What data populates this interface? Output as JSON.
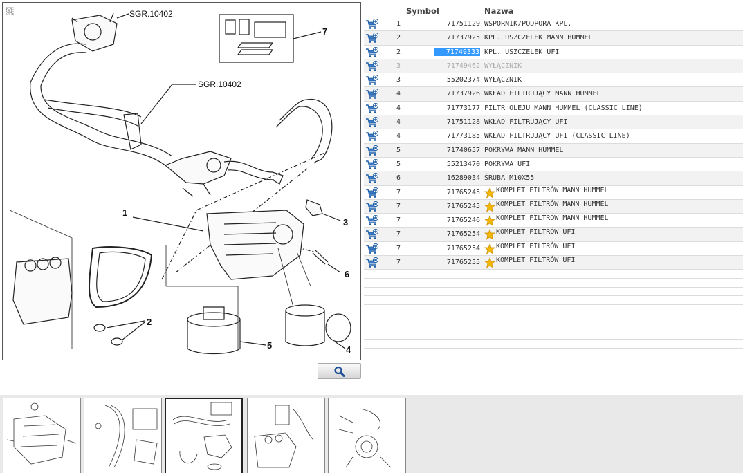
{
  "diagram": {
    "callouts": {
      "sgr_top": "SGR.10402",
      "sgr_mid": "SGR.10402",
      "n7": "7",
      "n1": "1",
      "n3": "3",
      "n6": "6",
      "n2": "2",
      "n5": "5",
      "n4": "4"
    }
  },
  "table": {
    "headers": {
      "symbol": "Symbol",
      "name": "Nazwa"
    },
    "rows": [
      {
        "pos": "1",
        "symbol": "71751129",
        "name": "WSPORNIK/PODPORA KPL.",
        "star": false,
        "struck": false,
        "selected": false
      },
      {
        "pos": "2",
        "symbol": "71737925",
        "name": "KPL. USZCZELEK MANN HUMMEL",
        "star": false,
        "struck": false,
        "selected": false
      },
      {
        "pos": "2",
        "symbol": "71749333",
        "name": "KPL. USZCZELEK UFI",
        "star": false,
        "struck": false,
        "selected": true
      },
      {
        "pos": "3",
        "symbol": "71749462",
        "name": "WYŁĄCZNIK",
        "star": false,
        "struck": true,
        "selected": false
      },
      {
        "pos": "3",
        "symbol": "55202374",
        "name": "WYŁĄCZNIK",
        "star": false,
        "struck": false,
        "selected": false
      },
      {
        "pos": "4",
        "symbol": "71737926",
        "name": "WKŁAD FILTRUJĄCY MANN HUMMEL",
        "star": false,
        "struck": false,
        "selected": false
      },
      {
        "pos": "4",
        "symbol": "71773177",
        "name": "FILTR OLEJU MANN HUMMEL (CLASSIC LINE)",
        "star": false,
        "struck": false,
        "selected": false
      },
      {
        "pos": "4",
        "symbol": "71751128",
        "name": "WKŁAD FILTRUJĄCY UFI",
        "star": false,
        "struck": false,
        "selected": false
      },
      {
        "pos": "4",
        "symbol": "71773185",
        "name": "WKŁAD FILTRUJĄCY UFI (CLASSIC LINE)",
        "star": false,
        "struck": false,
        "selected": false
      },
      {
        "pos": "5",
        "symbol": "71740657",
        "name": "POKRYWA MANN HUMMEL",
        "star": false,
        "struck": false,
        "selected": false
      },
      {
        "pos": "5",
        "symbol": "55213470",
        "name": "POKRYWA UFI",
        "star": false,
        "struck": false,
        "selected": false
      },
      {
        "pos": "6",
        "symbol": "16289034",
        "name": "ŚRUBA M10X55",
        "star": false,
        "struck": false,
        "selected": false
      },
      {
        "pos": "7",
        "symbol": "71765245",
        "name": "KOMPLET FILTRÓW MANN HUMMEL",
        "star": true,
        "struck": false,
        "selected": false
      },
      {
        "pos": "7",
        "symbol": "71765245",
        "name": "KOMPLET FILTRÓW MANN HUMMEL",
        "star": true,
        "struck": false,
        "selected": false
      },
      {
        "pos": "7",
        "symbol": "71765246",
        "name": "KOMPLET FILTRÓW MANN HUMMEL",
        "star": true,
        "struck": false,
        "selected": false
      },
      {
        "pos": "7",
        "symbol": "71765254",
        "name": "KOMPLET FILTRÓW UFI",
        "star": true,
        "struck": false,
        "selected": false
      },
      {
        "pos": "7",
        "symbol": "71765254",
        "name": "KOMPLET FILTRÓW UFI",
        "star": true,
        "struck": false,
        "selected": false
      },
      {
        "pos": "7",
        "symbol": "71765255",
        "name": "KOMPLET FILTRÓW UFI",
        "star": true,
        "struck": false,
        "selected": false
      }
    ]
  },
  "icons": {
    "cart": "add-to-cart-icon",
    "star": "star-icon",
    "zoom": "magnifier-icon",
    "tools": [
      "fit-page-icon",
      "zoom-in-icon",
      "zoom-out-icon"
    ]
  },
  "colors": {
    "selection": "#3399ff",
    "star": "#f5b800",
    "cart": "#1f5fa8",
    "magnifier": "#1d4f96"
  },
  "thumbnails": {
    "count": 5,
    "active_index": 2
  }
}
